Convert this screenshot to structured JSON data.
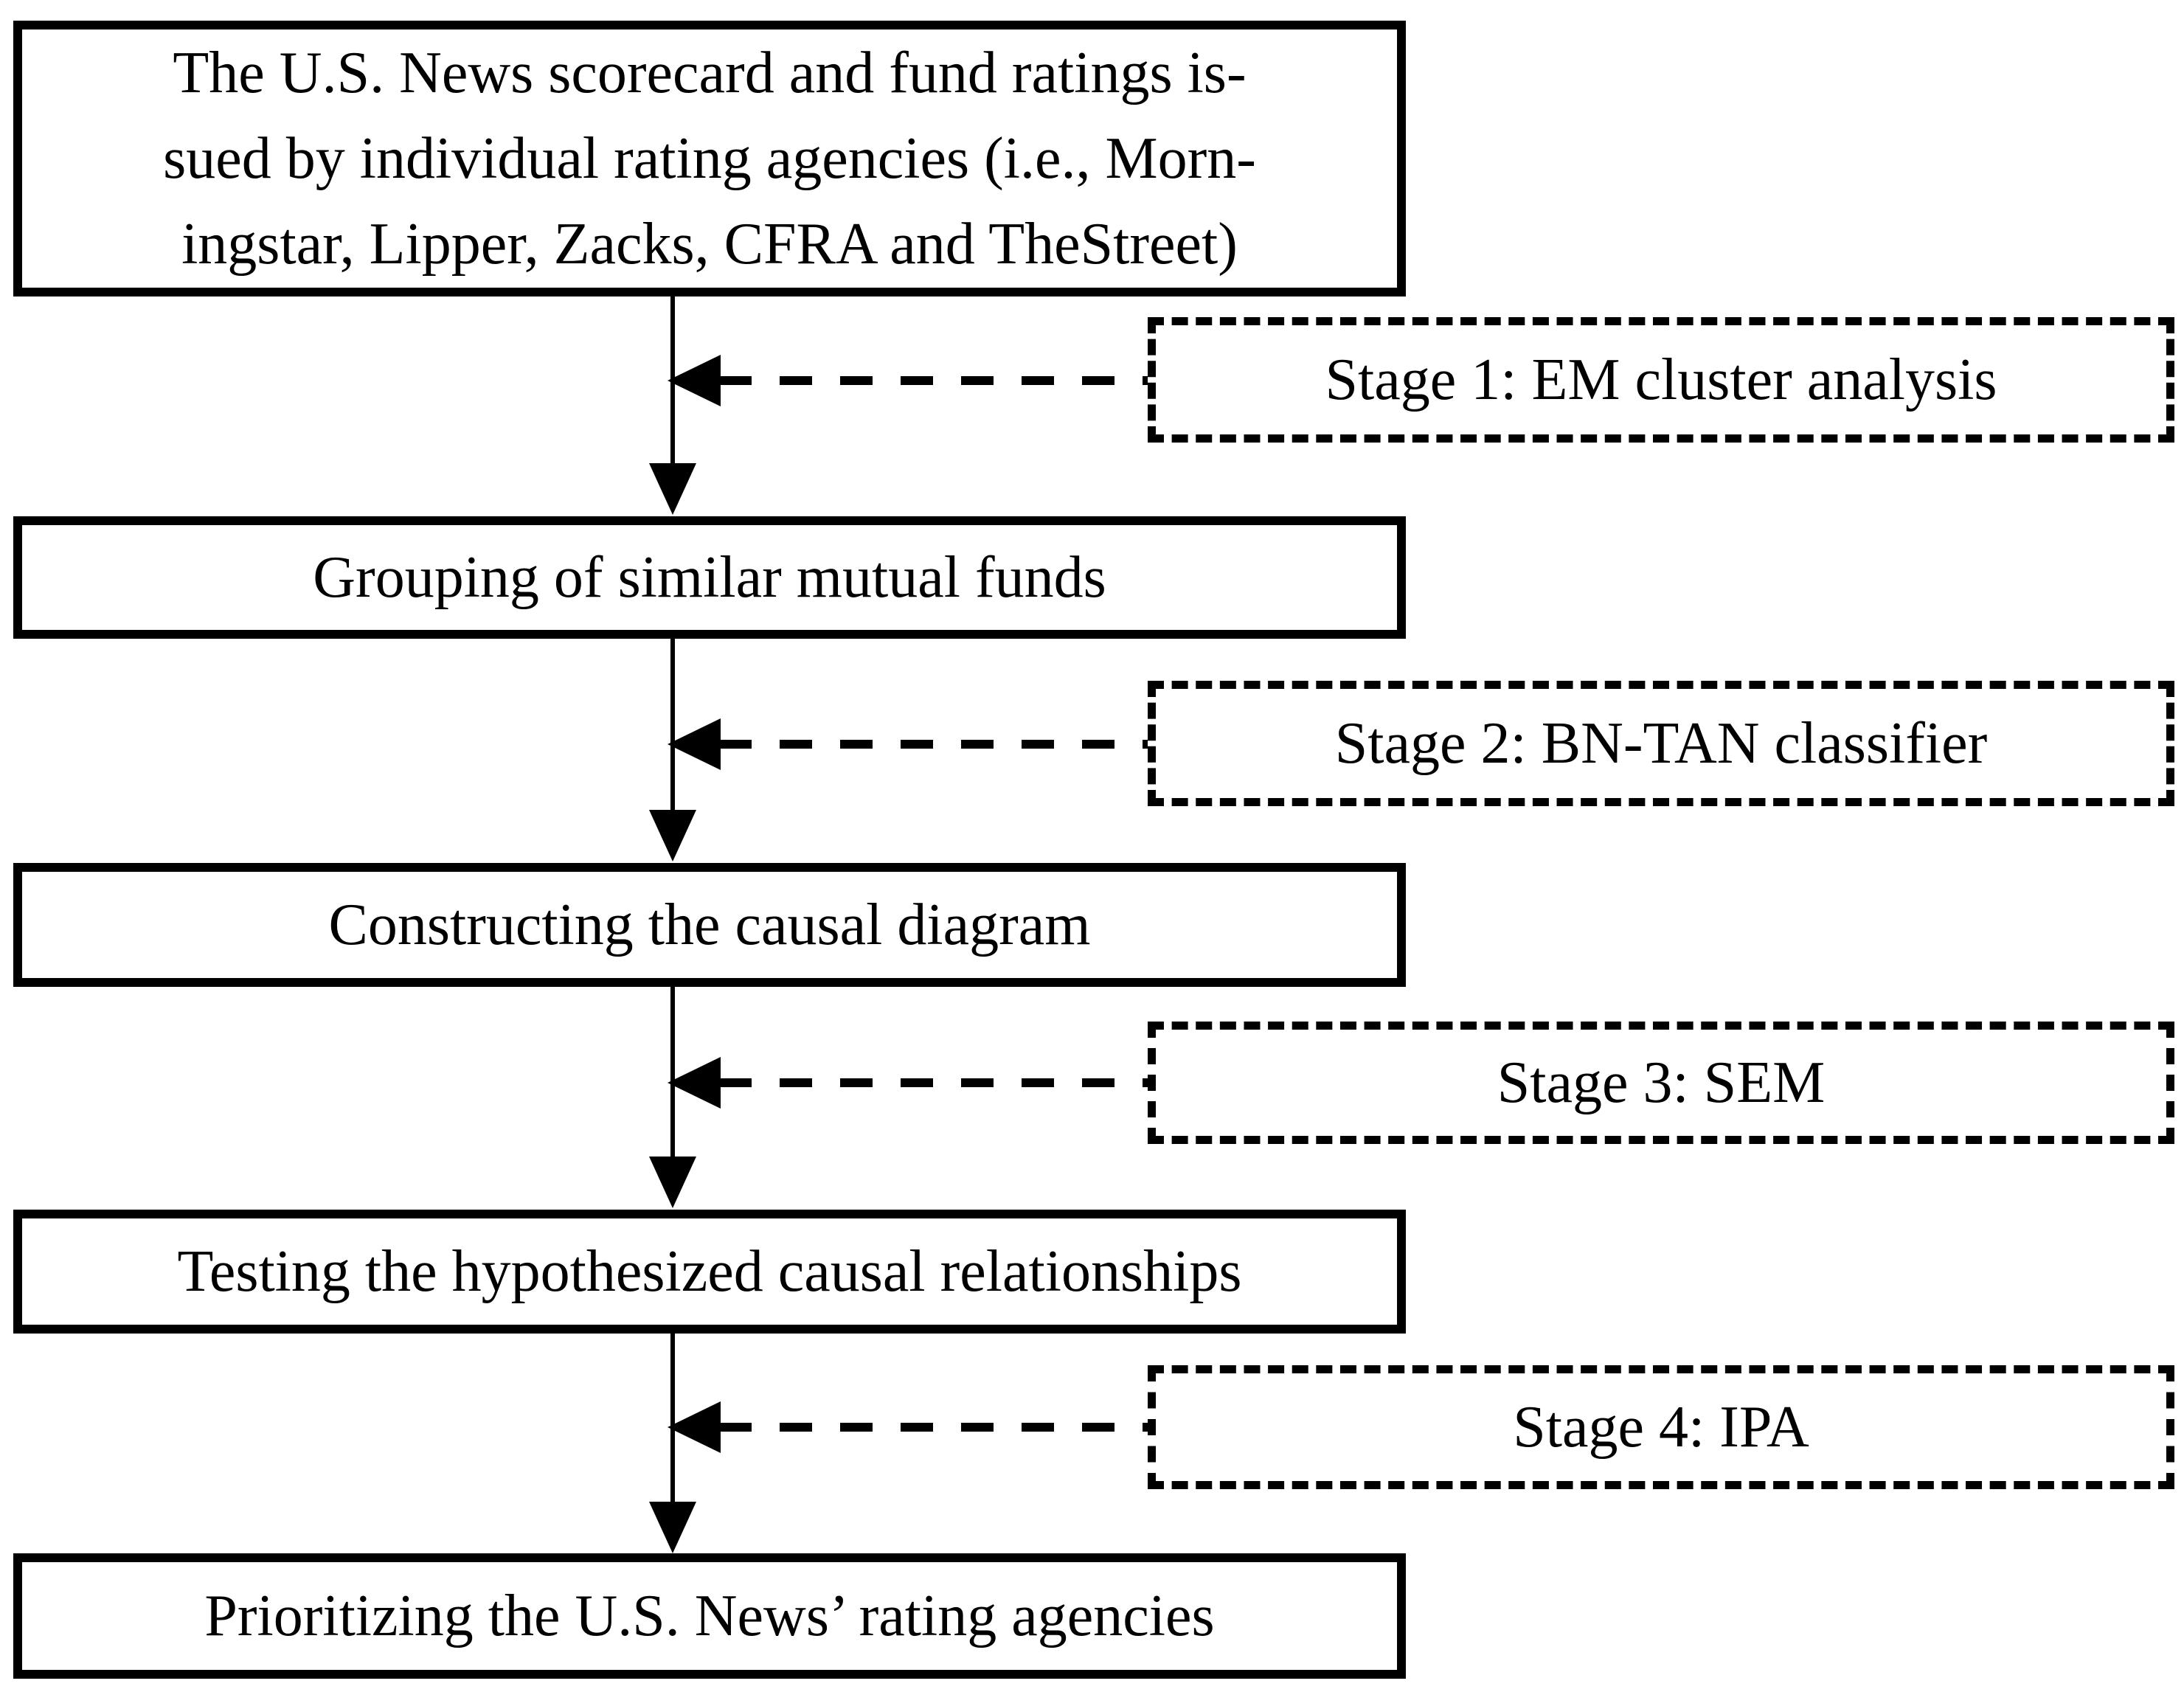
{
  "diagram": {
    "main_boxes": [
      {
        "lines": [
          "The U.S. News scorecard and fund ratings is-",
          "sued by individual rating agencies (i.e., Morn-",
          "ingstar, Lipper, Zacks, CFRA and TheStreet)"
        ]
      },
      {
        "label": "Grouping of similar mutual funds"
      },
      {
        "label": "Constructing the causal diagram"
      },
      {
        "label": "Testing the hypothesized causal relationships"
      },
      {
        "label": "Prioritizing the U.S. News’ rating agencies"
      }
    ],
    "stage_boxes": [
      {
        "label": "Stage 1: EM cluster analysis"
      },
      {
        "label": "Stage 2: BN-TAN classifier"
      },
      {
        "label": "Stage 3: SEM"
      },
      {
        "label": "Stage 4: IPA"
      }
    ],
    "colors": {
      "line": "#000000",
      "background": "#ffffff"
    }
  }
}
